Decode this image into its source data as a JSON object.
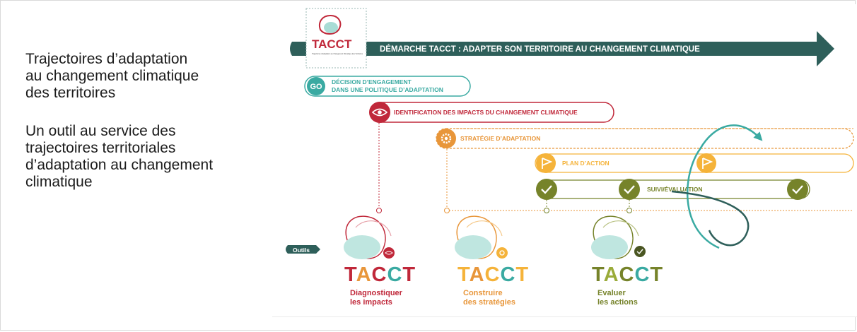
{
  "slide": {
    "heading": "Trajectoires d’adaptation\nau changement climatique\ndes territoires",
    "subheading": "Un outil au service des\ntrajectoires territoriales\nd’adaptation au changement\nclimatique"
  },
  "logo": {
    "name": "TACCT",
    "tagline": "Trajectoires d’adaptation au Changement Climatique des Territoires"
  },
  "arrow_banner": "DÉMARCHE TACCT : ADAPTER SON TERRITOIRE AU CHANGEMENT CLIMATIQUE",
  "steps": {
    "go": {
      "badge": "GO",
      "line1": "DÉCISION D’ENGAGEMENT",
      "line2": "DANS UNE POLITIQUE D’ADAPTATION"
    },
    "identification": {
      "label": "IDENTIFICATION DES IMPACTS DU CHANGEMENT CLIMATIQUE"
    },
    "strategie": {
      "label": "STRATÉGIE D’ADAPTATION"
    },
    "plan": {
      "label": "PLAN D’ACTION"
    },
    "suivi": {
      "label": "SUIVI/ÉVALUATION"
    }
  },
  "tools": {
    "tag": "Outils",
    "items": [
      {
        "brand": "TACCT",
        "line1": "Diagnostiquer",
        "line2": "les impacts"
      },
      {
        "brand": "TACCT",
        "line1": "Construire",
        "line2": "des stratégies"
      },
      {
        "brand": "TACCT",
        "line1": "Evaluer",
        "line2": "les actions"
      }
    ]
  },
  "colors": {
    "teal_dark": "#2e5f5a",
    "teal": "#3aaaa2",
    "red": "#c0283a",
    "orange": "#e8963a",
    "yellow": "#f5b33a",
    "olive": "#76832a"
  }
}
